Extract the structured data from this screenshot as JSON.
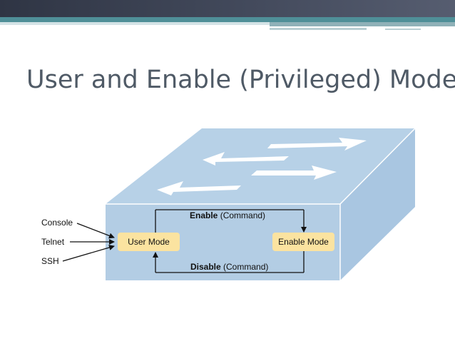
{
  "slide": {
    "title": "User and Enable (Privileged) Modes"
  },
  "diagram": {
    "access_methods": [
      "Console",
      "Telnet",
      "SSH"
    ],
    "user_mode_label": "User Mode",
    "enable_mode_label": "Enable Mode",
    "enable_command": {
      "keyword": "Enable",
      "suffix": " (Command)"
    },
    "disable_command": {
      "keyword": "Disable",
      "suffix": " (Command)"
    }
  },
  "colors": {
    "switch_top": "#b7d1e7",
    "switch_front": "#b3cde4",
    "switch_side": "#a9c6e1",
    "mode_pill": "#fbe3a0",
    "arrow_white": "#ffffff",
    "title_text": "#4f5a66"
  }
}
